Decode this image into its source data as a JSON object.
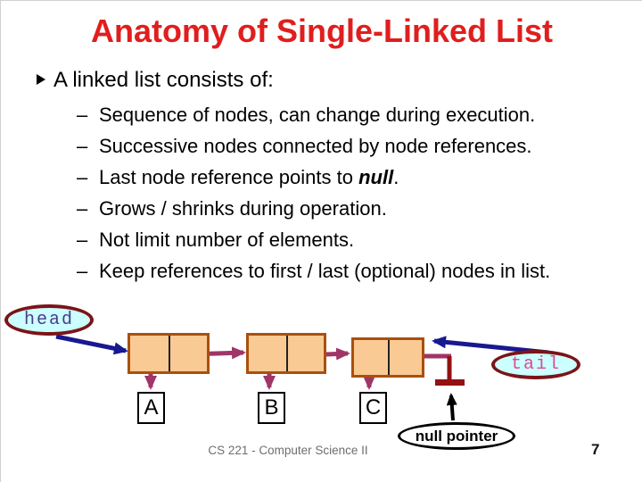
{
  "title": {
    "text": "Anatomy of Single-Linked List",
    "color": "#E01E1E"
  },
  "bullets": {
    "marker": "–",
    "main": "A linked list consists of:",
    "items": [
      {
        "pre": "Sequence of nodes, can change during execution."
      },
      {
        "pre": "Successive nodes connected by node references."
      },
      {
        "pre": "Last node reference points to ",
        "em": "null",
        "post": "."
      },
      {
        "pre": "Grows / shrinks during operation."
      },
      {
        "pre": "Not limit number of elements."
      },
      {
        "pre": "Keep references to first / last (optional) nodes in list."
      }
    ]
  },
  "diagram": {
    "head_label": "head",
    "tail_label": "tail",
    "null_pointer_label": "null pointer",
    "node_values": [
      "A",
      "B",
      "C"
    ],
    "colors": {
      "node_fill": "#FACA94",
      "node_border": "#A9500E",
      "pointer_arrow": "#A03568",
      "reference_arrow": "#181890",
      "ellipse_fill": "#CCFFFF",
      "ellipse_border": "#7B1417",
      "ground_symbol": "#941111",
      "head_text": "#4B3A8C",
      "tail_text": "#E04890",
      "title_text": "#E01E1E"
    }
  },
  "footer": {
    "course": "CS 221 - Computer Science II",
    "page": "7"
  }
}
